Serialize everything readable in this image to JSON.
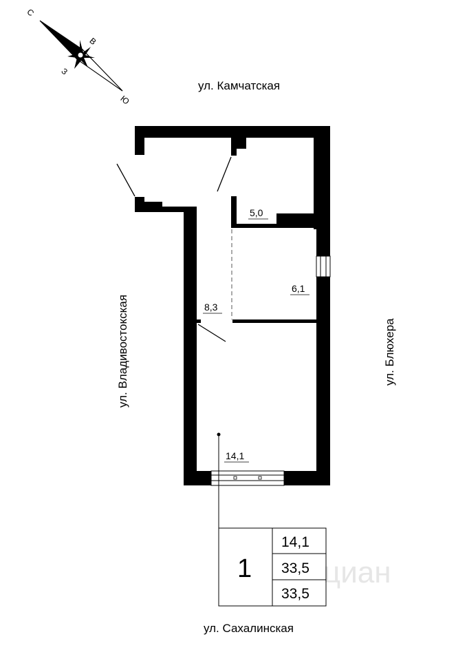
{
  "streets": {
    "north": "ул. Камчатская",
    "south": "ул. Сахалинская",
    "west": "ул. Владивостокская",
    "east": "ул. Блюхера"
  },
  "compass": {
    "north": "С",
    "east": "В",
    "west": "З",
    "south": "Ю"
  },
  "rooms": {
    "bathroom": "5,0",
    "kitchen": "6,1",
    "hall": "8,3",
    "living": "14,1"
  },
  "summary": {
    "rooms_count": "1",
    "living_area": "14,1",
    "total_area": "33,5",
    "total_area_2": "33,5"
  },
  "watermark": "циан"
}
